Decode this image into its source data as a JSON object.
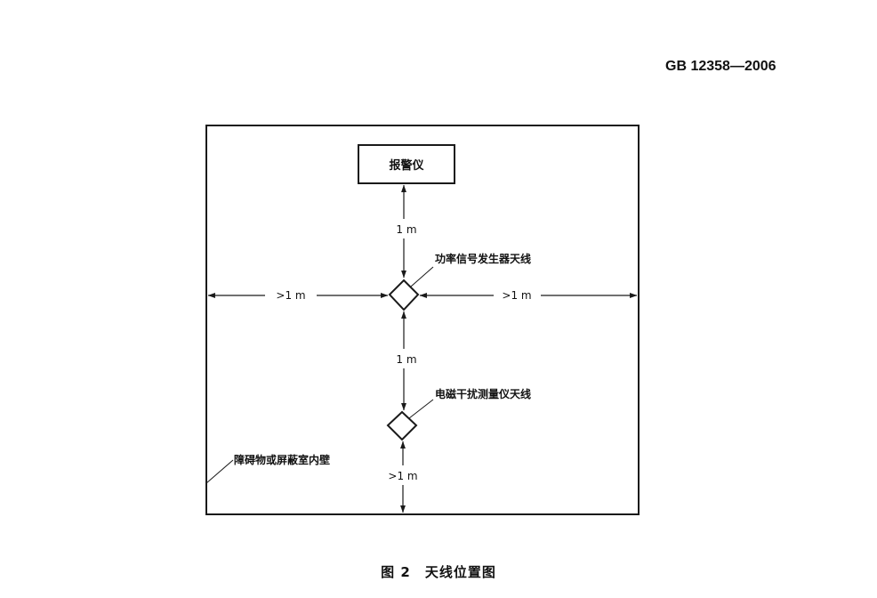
{
  "header": {
    "standard_code": "GB 12358—2006"
  },
  "diagram": {
    "alarm_box_label": "报警仪",
    "signal_antenna_label": "功率信号发生器天线",
    "meter_antenna_label": "电磁干扰测量仪天线",
    "wall_label": "障碍物或屏蔽室内壁",
    "dist_alarm_to_signal": "1 m",
    "dist_left_to_signal": ">1 m",
    "dist_signal_to_right": ">1 m",
    "dist_signal_to_meter": "1 m",
    "dist_meter_to_bottom": ">1 m"
  },
  "caption": {
    "text": "图 2　天线位置图"
  },
  "colors": {
    "line": "#1a1a1a",
    "background": "#ffffff"
  }
}
